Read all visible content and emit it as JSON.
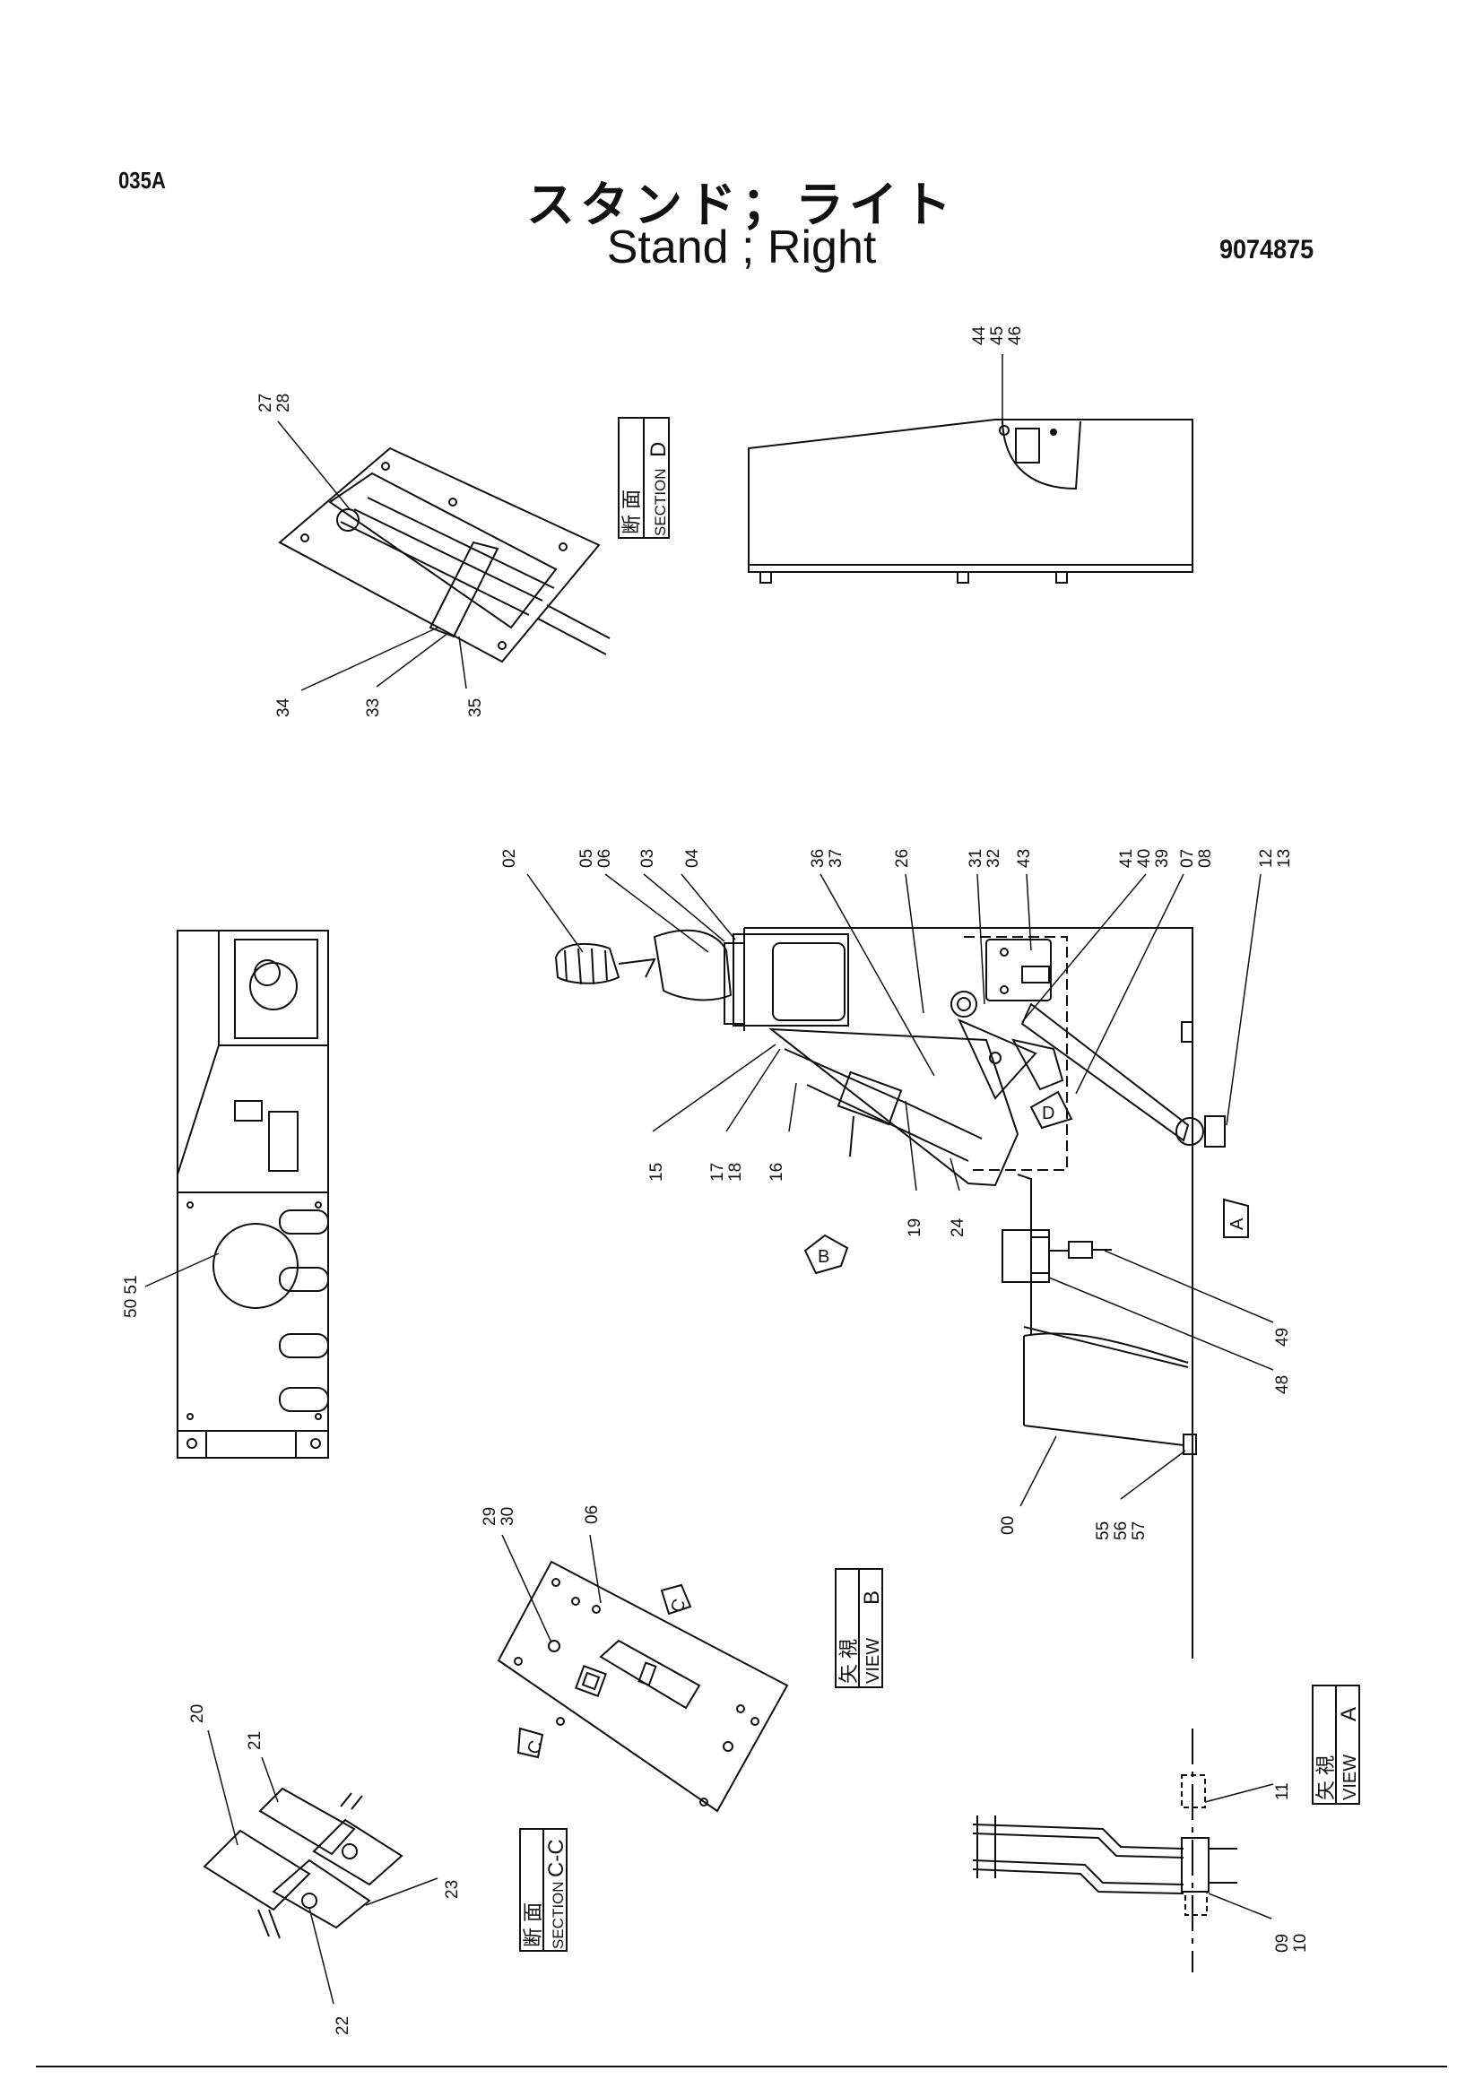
{
  "header": {
    "drawing_code": "035A",
    "title_jp": "スタンド；ライト",
    "title_en": "Stand ; Right",
    "part_number": "9074875"
  },
  "labels": {
    "section_d": {
      "kanji": "断 面",
      "en": "SECTION",
      "letter": "D"
    },
    "section_cc": {
      "kanji": "断 面",
      "en": "SECTION",
      "letter": "C-C"
    },
    "view_a": {
      "kanji": "矢 視",
      "en": "VIEW",
      "letter": "A"
    },
    "view_b": {
      "kanji": "矢 視",
      "en": "VIEW",
      "letter": "B"
    },
    "markers": {
      "a": "A",
      "b": "B",
      "c1": "C",
      "c2": "C",
      "d": "D"
    }
  },
  "callouts": {
    "top_right": "44\n45\n46",
    "sec_d_a": "27\n28",
    "sec_d_b": "34",
    "sec_d_c": "33",
    "sec_d_d": "35",
    "main_02": "02",
    "main_05": "05\n06",
    "main_03": "03",
    "main_04": "04",
    "main_36": "36\n37",
    "main_26": "26",
    "main_31": "31\n32",
    "main_43": "43",
    "main_41": "41\n40\n39",
    "main_07": "07\n08",
    "main_12": "12\n13",
    "main_15": "15",
    "main_17": "17\n18",
    "main_16": "16",
    "main_19": "19",
    "main_24": "24",
    "main_49": "49",
    "main_48": "48",
    "main_00": "00",
    "main_55": "55\n56\n57",
    "left_50": "50 51",
    "vb_29": "29\n30",
    "vb_06": "06",
    "cc_20": "20",
    "cc_21": "21",
    "cc_23": "23",
    "cc_22": "22",
    "va_11": "11",
    "va_09": "09\n10"
  }
}
